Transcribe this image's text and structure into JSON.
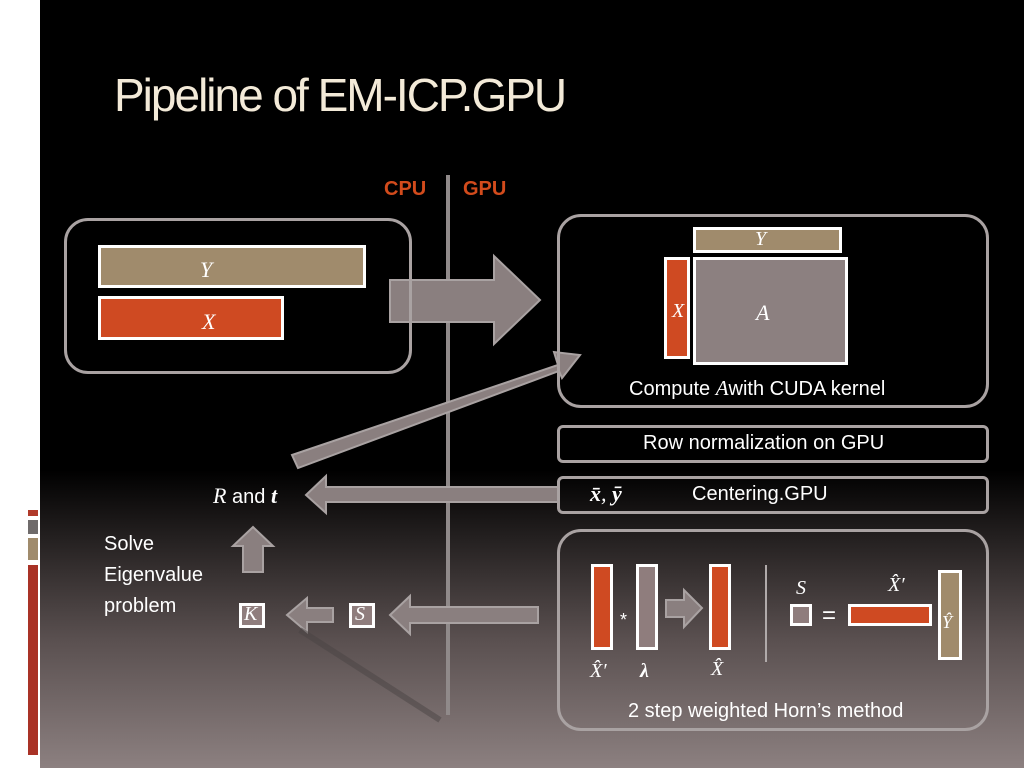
{
  "slide": {
    "title": "Pipeline of EM-ICP.GPU",
    "cpu_label": "CPU",
    "gpu_label": "GPU"
  },
  "cpu_input": {
    "y_label": "Y",
    "x_label": "X"
  },
  "compute_panel": {
    "y_label": "Y",
    "x_label": "X",
    "a_label": "A",
    "caption_prefix": "Compute ",
    "caption_symbol": "A",
    "caption_suffix": "with CUDA kernel"
  },
  "row_normalization": {
    "label": "Row normalization on GPU"
  },
  "centering": {
    "symbols_x": "x̄",
    "symbols_sep": ", ",
    "symbols_y": "ȳ",
    "label": "Centering.GPU"
  },
  "result": {
    "r": "R",
    "and": " and ",
    "t": "t"
  },
  "solve": {
    "line1": "Solve",
    "line2": "Eigenvalue",
    "line3": "problem",
    "k_label": "K",
    "s_label": "S"
  },
  "horn_panel": {
    "xhatprime_label": "X̂′",
    "star": "*",
    "lambda_label": "λ",
    "xhat_label": "X̂",
    "s_label": "S",
    "equals": "=",
    "xhatprime_top": "X̂′",
    "yhat_label": "Ŷ",
    "caption": "2 step weighted Horn’s method"
  },
  "colors": {
    "orange": "#cf4a22",
    "tan": "#a08b6c",
    "mauve": "#8f7d7d",
    "arrow": "#8a7f7f",
    "panel_border": "#a9a2a2"
  }
}
